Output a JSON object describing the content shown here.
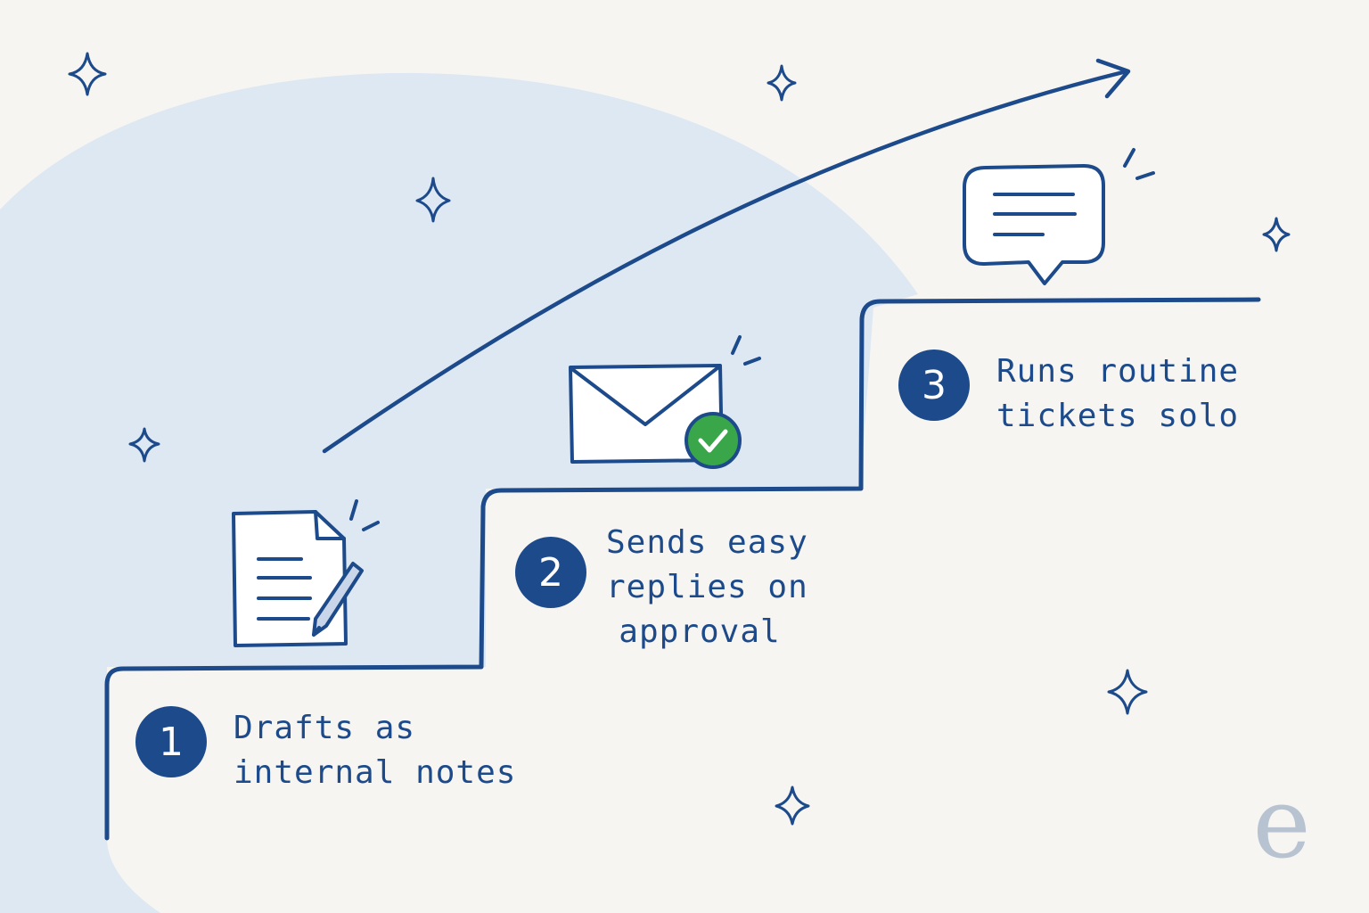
{
  "colors": {
    "ink": "#1c4a8a",
    "background": "#f6f5f2",
    "blob": "#dde8f3",
    "check": "#3aa64a",
    "logo": "#b8c3d1"
  },
  "steps": [
    {
      "number": "1",
      "lines": [
        "Drafts as",
        "internal notes"
      ],
      "icon": "document-pencil-icon"
    },
    {
      "number": "2",
      "lines": [
        "Sends easy",
        "replies on",
        "approval"
      ],
      "icon": "envelope-check-icon"
    },
    {
      "number": "3",
      "lines": [
        "Runs routine",
        "tickets solo"
      ],
      "icon": "chat-bubble-icon"
    }
  ],
  "logo": {
    "glyph": "e"
  }
}
